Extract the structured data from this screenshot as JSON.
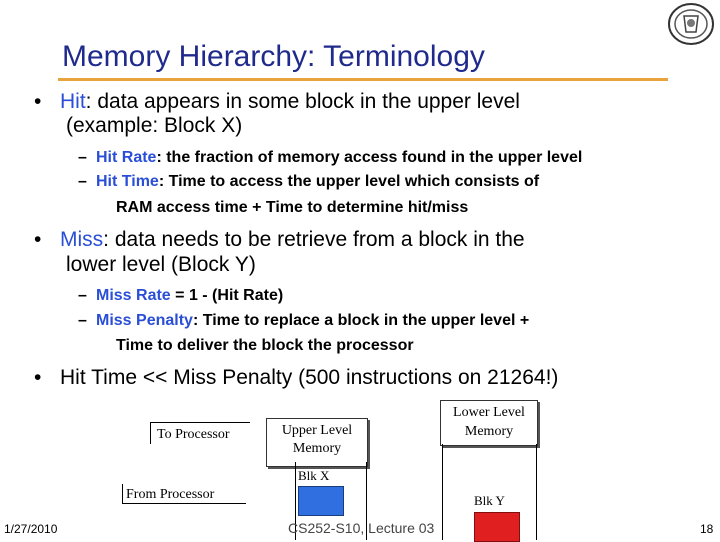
{
  "slide": {
    "title": "Memory Hierarchy: Terminology",
    "bullets": [
      {
        "term": "Hit",
        "line1_rest": ": data appears in some block in the upper level",
        "line2": "(example: Block X)",
        "subs": [
          {
            "term": "Hit Rate",
            "rest": ": the fraction of memory access found in the upper level"
          },
          {
            "term": "Hit Time",
            "rest": ": Time to access the upper level which consists of",
            "cont": "RAM access time + Time to determine hit/miss"
          }
        ]
      },
      {
        "term": "Miss",
        "line1_rest": ": data needs to be retrieve from a block in the",
        "line2": "lower level (Block Y)",
        "subs": [
          {
            "term": "Miss Rate",
            "rest": " = 1 - (Hit Rate)"
          },
          {
            "term": "Miss Penalty",
            "rest": ": Time to replace a block in the upper level  +",
            "cont": "Time to deliver the block the processor"
          }
        ]
      }
    ],
    "bullet3": "Hit Time << Miss Penalty (500 instructions on 21264!)",
    "bullet_char": "•",
    "dash_char": "–"
  },
  "diagram": {
    "to_processor": "To Processor",
    "from_processor": "From Processor",
    "upper_level": "Upper Level Memory",
    "lower_level": "Lower Level Memory",
    "blk_x": "Blk X",
    "blk_y": "Blk Y",
    "blk_x_color": "#2f6fe0",
    "blk_y_color": "#e02020"
  },
  "footer": {
    "date": "1/27/2010",
    "course": "CS252-S10, Lecture 03",
    "page": "18"
  },
  "colors": {
    "title": "#1f2a8c",
    "accent_rule": "#e8a33c",
    "term_blue": "#2a4fd6"
  },
  "icons": {
    "seal": "university-seal-icon"
  }
}
